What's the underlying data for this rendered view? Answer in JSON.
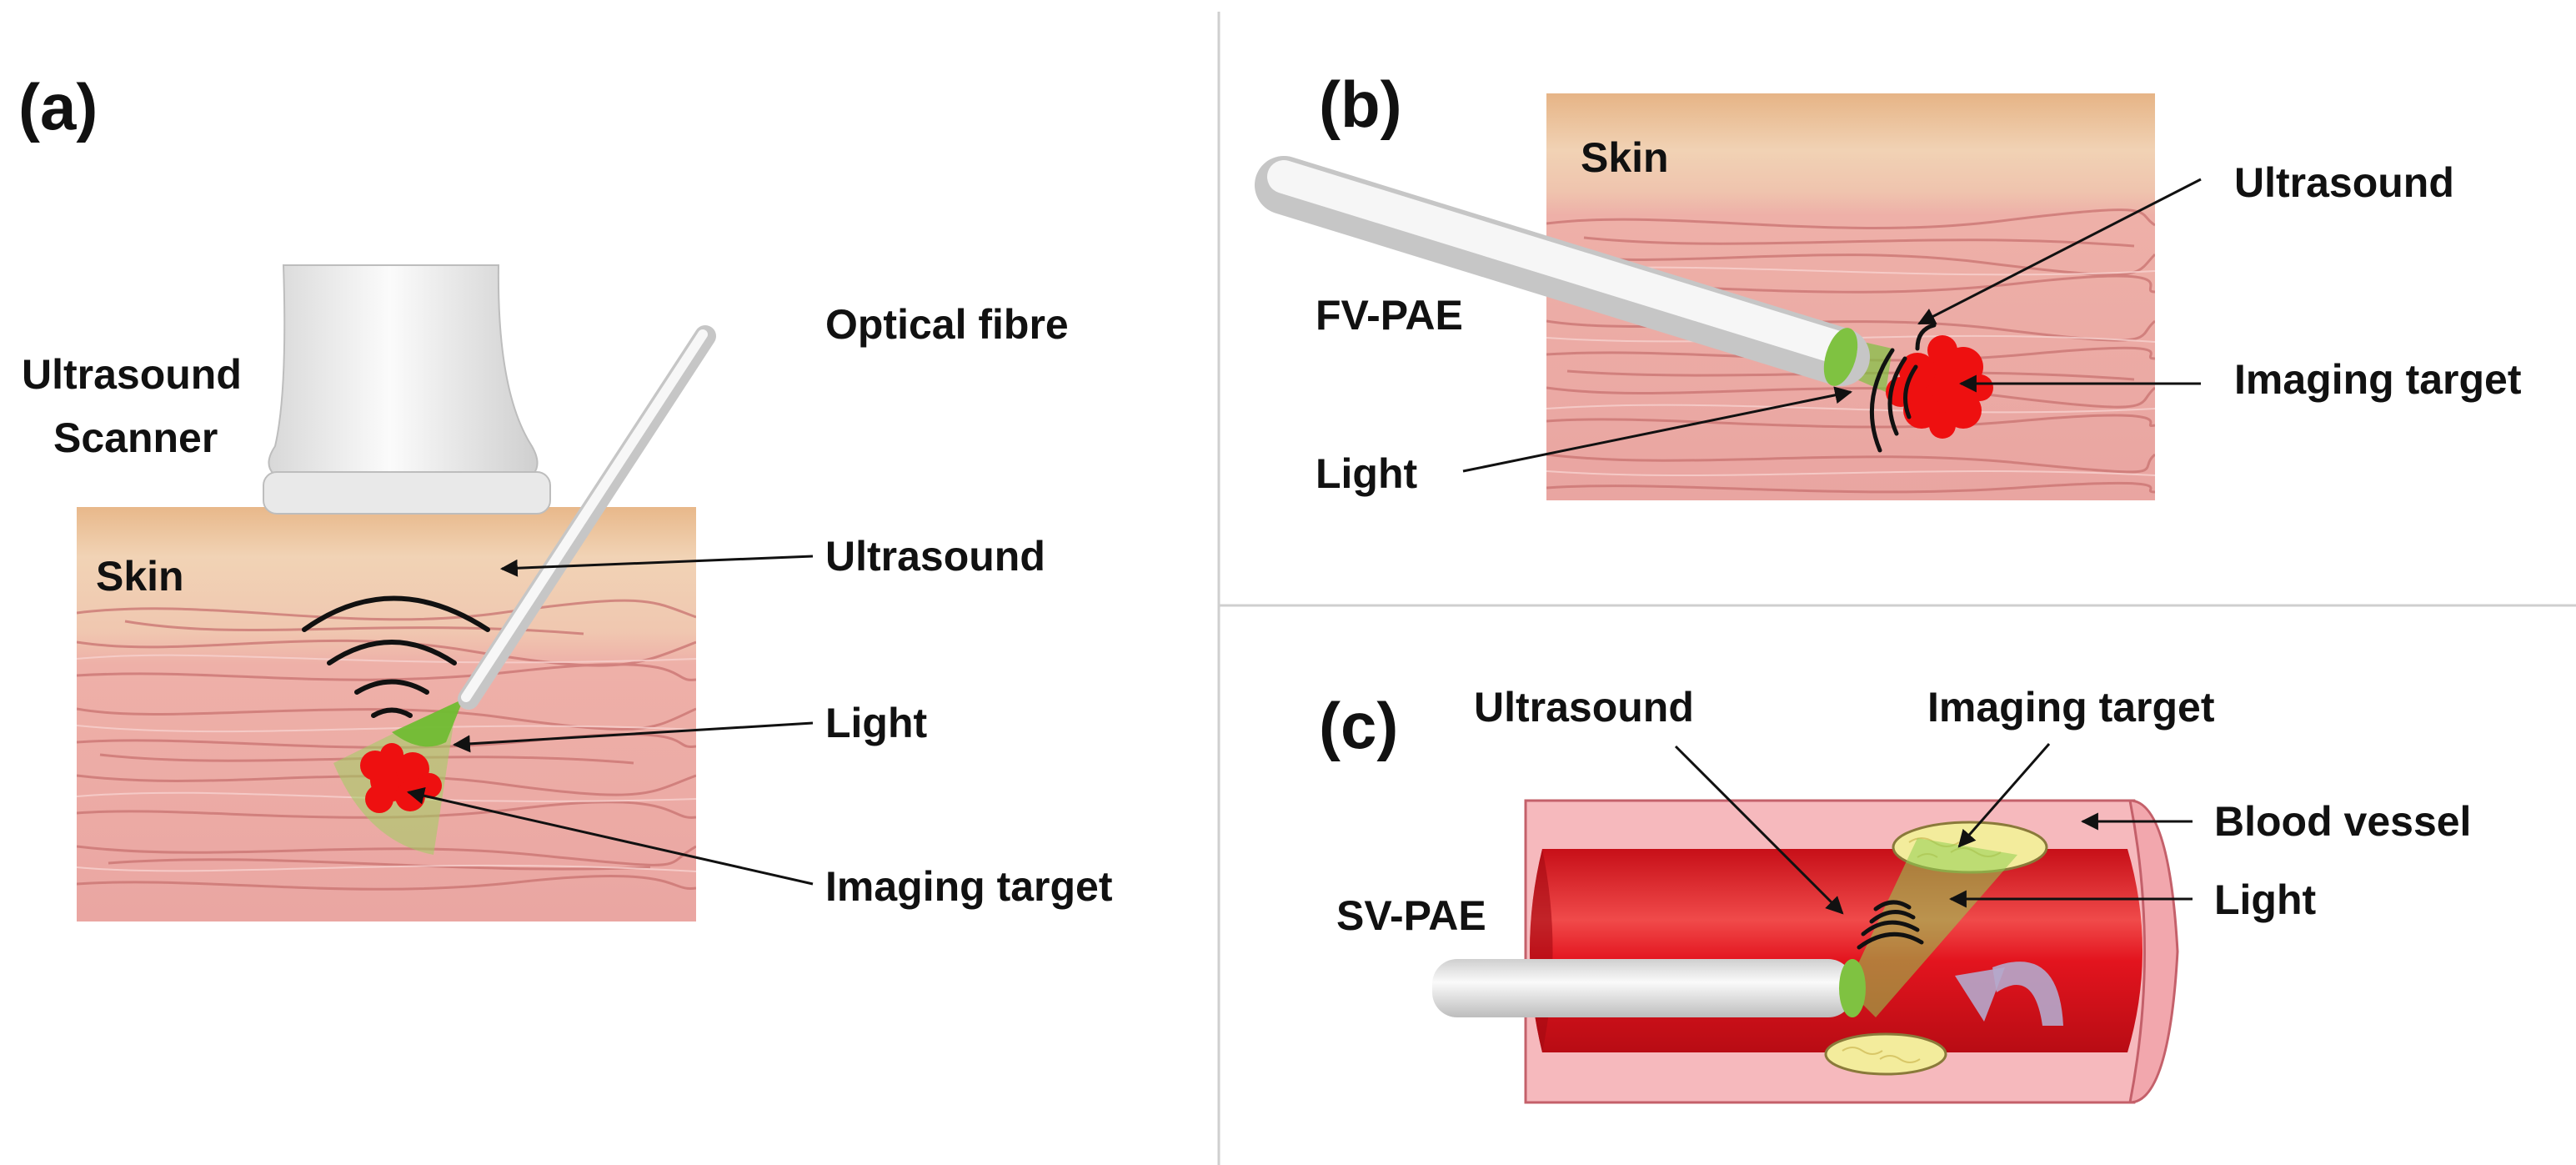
{
  "panel_a": {
    "panel_label": "(a)",
    "scanner_line1": "Ultrasound",
    "scanner_line2": "Scanner",
    "optical_fibre": "Optical fibre",
    "skin": "Skin",
    "ultrasound": "Ultrasound",
    "light": "Light",
    "imaging_target": "Imaging target"
  },
  "panel_b": {
    "panel_label": "(b)",
    "skin": "Skin",
    "ultrasound": "Ultrasound",
    "fv_pae": "FV-PAE",
    "imaging_target": "Imaging target",
    "light": "Light"
  },
  "panel_c": {
    "panel_label": "(c)",
    "ultrasound": "Ultrasound",
    "imaging_target": "Imaging target",
    "blood_vessel": "Blood vessel",
    "sv_pae": "SV-PAE",
    "light": "Light"
  },
  "colors": {
    "skin_top": "#ecc29b",
    "muscle": "#ebaaa6",
    "muscle_line": "#c56f6f",
    "target": "#ee1010",
    "light": "#7fc241",
    "vessel_wall": "#f6b9bd",
    "vessel_lumen": "#e0141f",
    "plaque": "#f3ec9c",
    "divider": "#cccccc"
  }
}
